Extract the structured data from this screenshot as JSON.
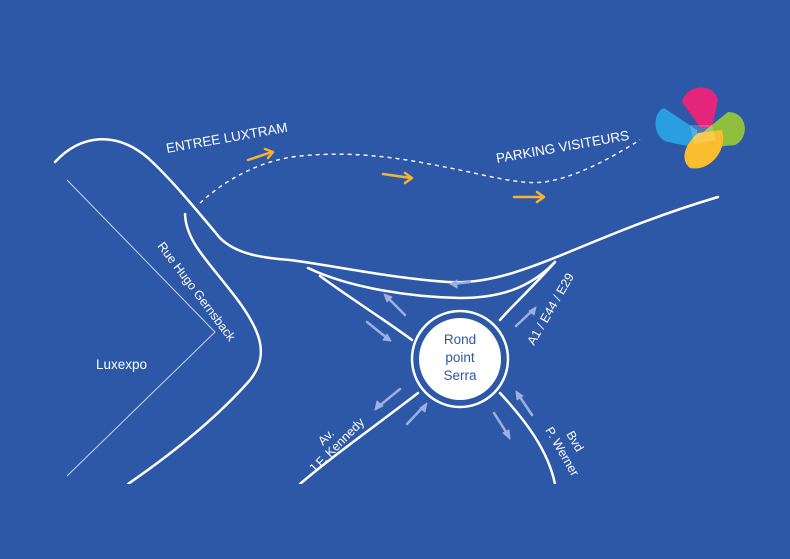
{
  "map": {
    "background_color": "#2c58a7",
    "road_color": "#ffffff",
    "arrow_colors": {
      "luxtram": "#f5b335",
      "traffic": "#9fb0e0"
    },
    "labels": {
      "entree_luxtram": "ENTREE LUXTRAM",
      "parking_visiteurs": "PARKING VISITEURS",
      "rue_hugo_gernsback": "Rue Hugo Gernsback",
      "luxexpo": "Luxexpo",
      "a1_e44_e29": "A1 / E44 / E29",
      "av_line1": "Av.",
      "av_line2": "J.F. Kennedy",
      "bvd_line1": "Bvd",
      "bvd_line2": "P. Werner"
    },
    "roundabout": {
      "line1": "Rond",
      "line2": "point",
      "line3": "Serra"
    },
    "logo": {
      "icon": "four-petal-logo",
      "colors": [
        "#e5257b",
        "#8fbf3f",
        "#f9bd2d",
        "#2a9ee0"
      ]
    }
  }
}
